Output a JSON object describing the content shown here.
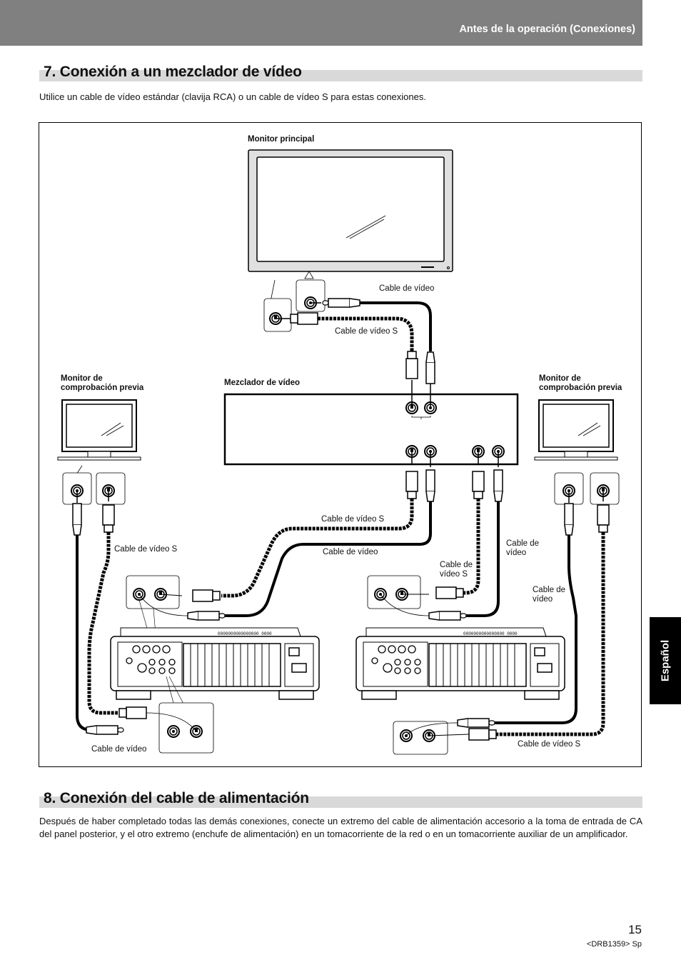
{
  "header": {
    "section_label": "Antes de la operación (Conexiones)"
  },
  "section7": {
    "title": "7. Conexión a un mezclador de vídeo",
    "intro": "Utilice un cable de vídeo estándar (clavija RCA) o un cable de vídeo S para estas conexiones."
  },
  "diagram": {
    "main_monitor": "Monitor principal",
    "video_mixer": "Mezclador de vídeo",
    "preview_monitor_left": "Monitor de comprobación previa",
    "preview_monitor_right": "Monitor de comprobación previa",
    "cables": {
      "main_video": "Cable de vídeo",
      "main_svideo": "Cable de vídeo S",
      "left_preview_svideo": "Cable de vídeo S",
      "mixer_left_svideo": "Cable de vídeo S",
      "mixer_left_video": "Cable de vídeo",
      "mixer_right_video": "Cable de vídeo",
      "mixer_right_svideo": "Cable de vídeo S",
      "right_preview_video": "Cable de vídeo",
      "left_unit_bottom_video": "Cable de vídeo",
      "right_unit_bottom_svideo": "Cable de vídeo S"
    },
    "legend": {
      "solid_cable": "video-cable",
      "dashed_cable": "s-video-cable"
    }
  },
  "section8": {
    "title": "8. Conexión del cable de alimentación",
    "body": "Después de haber completado todas las demás conexiones, conecte un extremo del cable de alimentación accesorio a la toma de entrada de CA del panel posterior, y el otro extremo (enchufe de alimentación) en un tomacorriente de la red o en un tomacorriente auxiliar de un amplificador."
  },
  "side_tab": {
    "language": "Español"
  },
  "footer": {
    "page_number": "15",
    "doc_id": "<DRB1359> Sp"
  }
}
